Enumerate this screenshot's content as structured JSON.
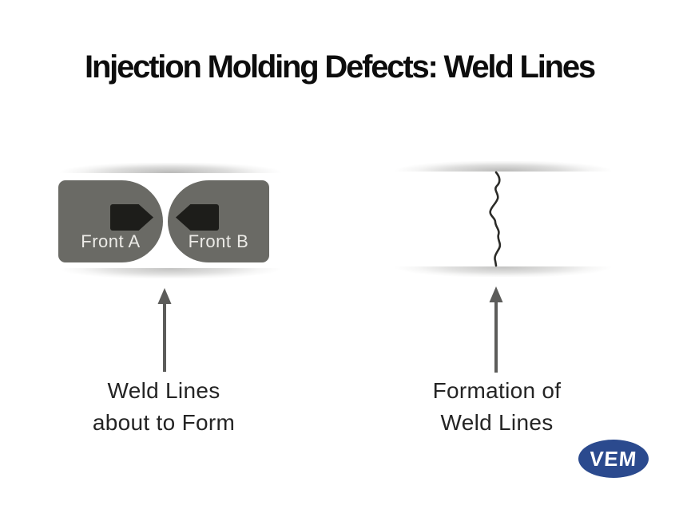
{
  "title": "Injection Molding Defects: Weld Lines",
  "left_panel": {
    "front_a_label": "Front A",
    "front_b_label": "Front B",
    "caption_line1": "Weld Lines",
    "caption_line2": "about to Form"
  },
  "right_panel": {
    "caption_line1": "Formation of",
    "caption_line2": "Weld Lines"
  },
  "logo": {
    "text": "VEM",
    "background_color": "#2b4a8e",
    "text_color": "#ffffff"
  },
  "colors": {
    "title_text": "#0d0d0d",
    "flow_front_gray": "#6a6a65",
    "flow_arrow_black": "#1d1d1a",
    "front_label_text": "#ecebe7",
    "up_arrow_gray": "#5c5c5a",
    "weld_crack_dark": "#2b2b28",
    "caption_text": "#242424",
    "background": "#ffffff"
  }
}
